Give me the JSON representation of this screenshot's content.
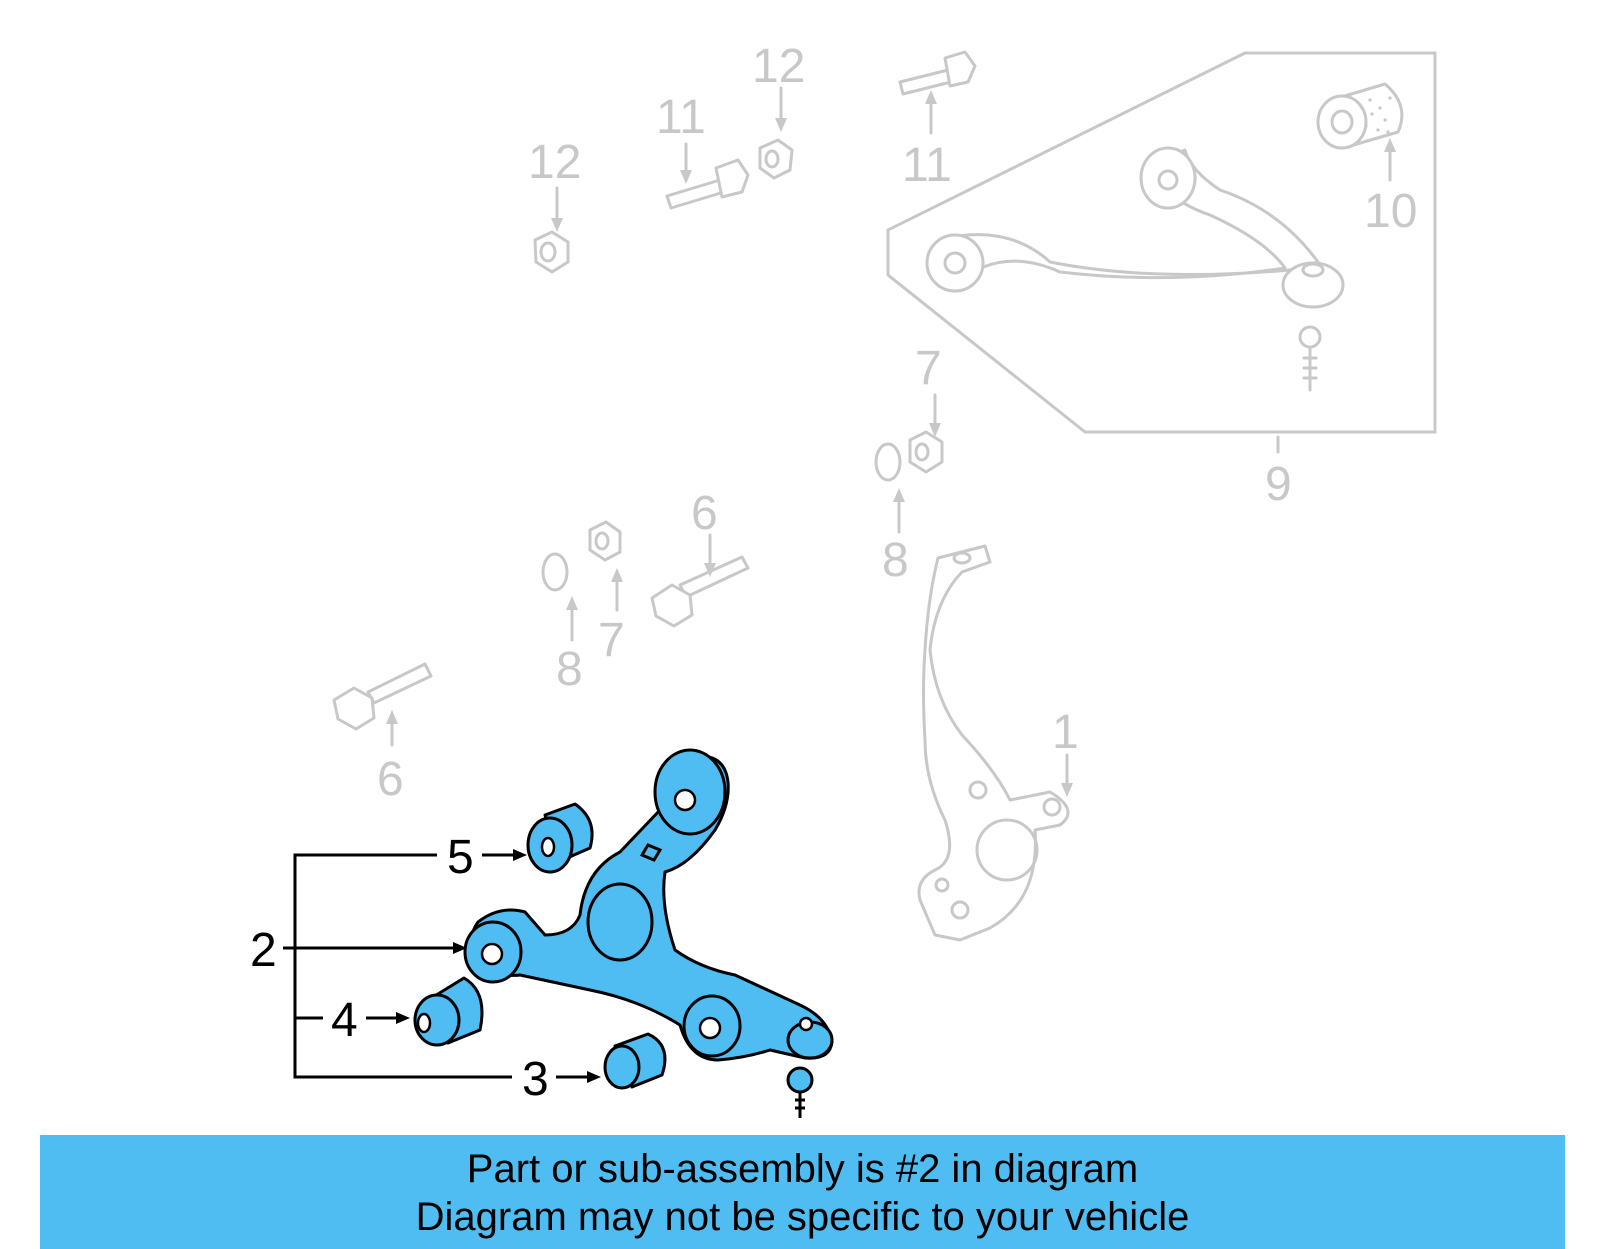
{
  "diagram": {
    "callouts": {
      "c1": "1",
      "c2": "2",
      "c3": "3",
      "c4": "4",
      "c5": "5",
      "c6a": "6",
      "c6b": "6",
      "c7a": "7",
      "c7b": "7",
      "c8a": "8",
      "c8b": "8",
      "c9": "9",
      "c10": "10",
      "c11a": "11",
      "c11b": "11",
      "c12a": "12",
      "c12b": "12"
    },
    "highlight_color": "#4fbcf2",
    "faded_color": "#c8c8c8",
    "selected_part": "2"
  },
  "banner": {
    "line1": "Part or sub-assembly is #2 in diagram",
    "line2": "Diagram may not be specific to your vehicle",
    "background": "#4fbcf2"
  }
}
